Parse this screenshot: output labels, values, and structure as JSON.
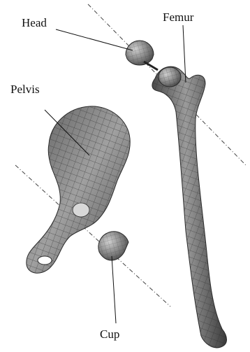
{
  "labels": {
    "head": "Head",
    "femur": "Femur",
    "pelvis": "Pelvis",
    "cup": "Cup"
  },
  "colors": {
    "mesh_fill": "#8a8a8a",
    "mesh_dark": "#3a3a3a",
    "mesh_line": "#2b2b2b",
    "axis_line": "#444444"
  }
}
